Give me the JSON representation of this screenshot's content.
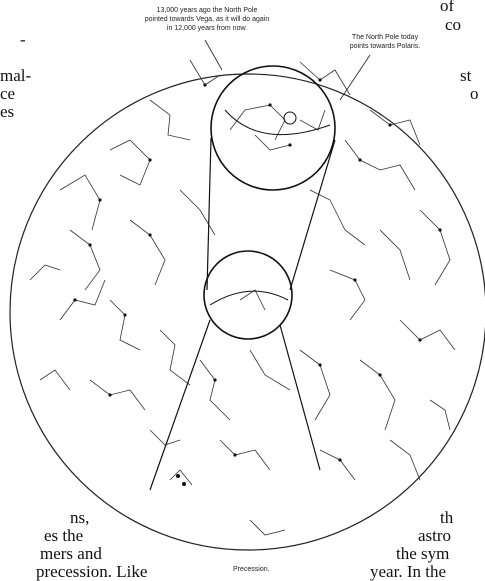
{
  "text_fragments": {
    "top_left": [
      "-",
      "mal-",
      "ce",
      "es"
    ],
    "top_right": [
      "of",
      "co",
      "st",
      "o"
    ],
    "bottom_left": [
      "ns,",
      "es the",
      "mers and",
      "precession. Like"
    ],
    "bottom_right": [
      "th",
      "astro",
      "the sym",
      "year. In the"
    ]
  },
  "annotations": {
    "vega_note": [
      "13,000 years ago the North Pole",
      "pointed towards Vega, as it will do again",
      "in 12,000 years from now."
    ],
    "polaris_note": [
      "The North Pole today",
      "points towards Polaris."
    ]
  },
  "caption": "Precession."
}
